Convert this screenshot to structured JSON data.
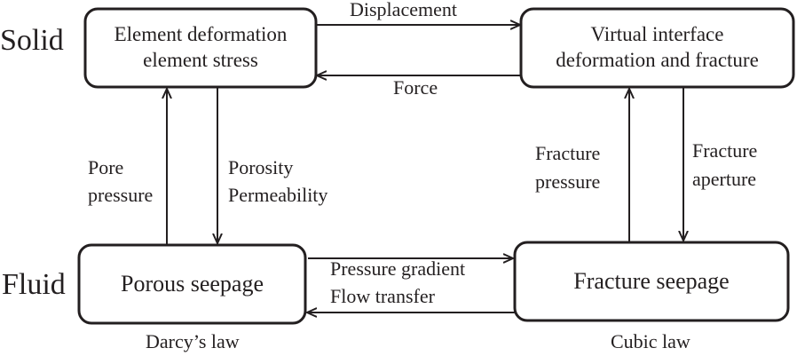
{
  "side_labels": {
    "solid": "Solid",
    "fluid": "Fluid"
  },
  "nodes": {
    "element": {
      "line1": "Element deformation",
      "line2": "element stress"
    },
    "interface": {
      "line1": "Virtual interface",
      "line2": "deformation and fracture"
    },
    "porous": {
      "label": "Porous seepage",
      "law": "Darcy’s law"
    },
    "fracture": {
      "label": "Fracture seepage",
      "law": "Cubic law"
    }
  },
  "edges": {
    "displacement": "Displacement",
    "force": "Force",
    "pore_pressure": {
      "line1": "Pore",
      "line2": "pressure"
    },
    "porosity_permeability": {
      "line1": "Porosity",
      "line2": "Permeability"
    },
    "fracture_pressure": {
      "line1": "Fracture",
      "line2": "pressure"
    },
    "fracture_aperture": {
      "line1": "Fracture",
      "line2": "aperture"
    },
    "pressure_gradient": "Pressure gradient",
    "flow_transfer": "Flow transfer"
  },
  "colors": {
    "stroke": "#231f20",
    "background": "#ffffff"
  }
}
